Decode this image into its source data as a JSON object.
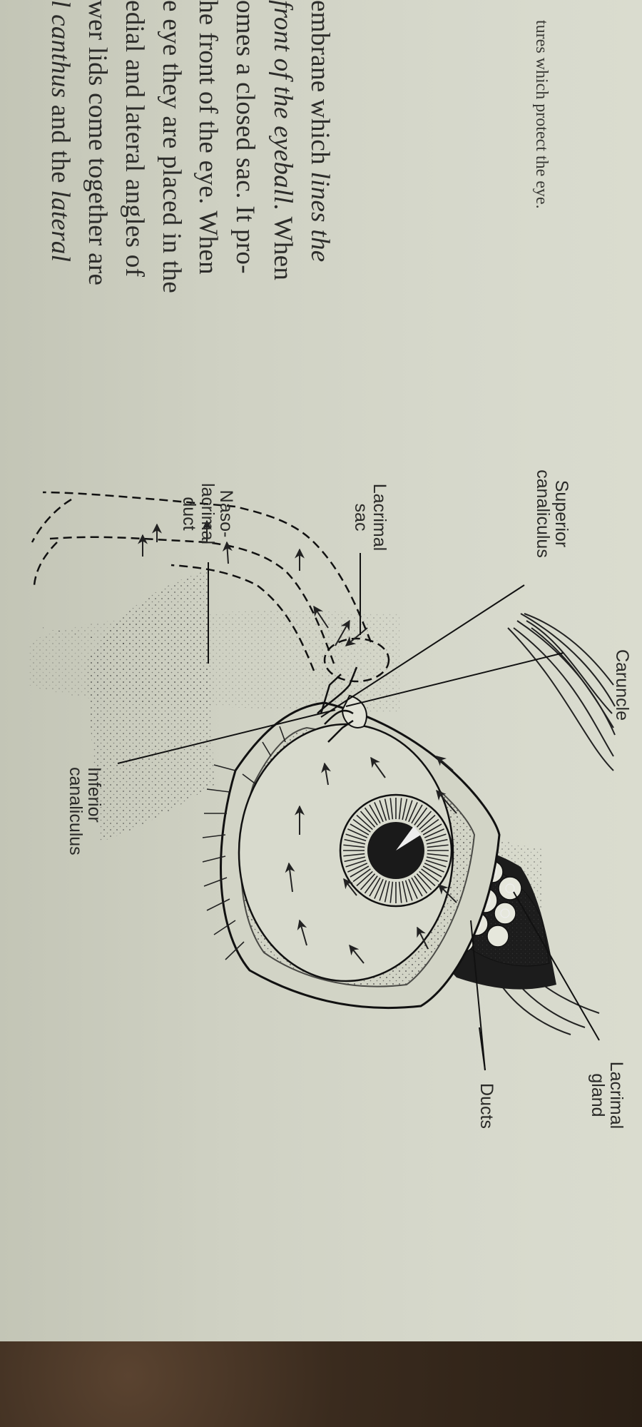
{
  "caption": "tures which protect the eye.",
  "paragraph_lines": [
    {
      "parts": [
        {
          "t": "embrane which ",
          "i": false
        },
        {
          "t": "lines the",
          "i": true
        }
      ]
    },
    {
      "parts": [
        {
          "t": "front of the eyeball",
          "i": true
        },
        {
          "t": ". When",
          "i": false
        }
      ]
    },
    {
      "parts": [
        {
          "t": "omes a closed sac. It pro-",
          "i": false
        }
      ]
    },
    {
      "parts": [
        {
          "t": "he front of the eye. When",
          "i": false
        }
      ]
    },
    {
      "parts": [
        {
          "t": "e eye they are placed in the",
          "i": false
        }
      ]
    },
    {
      "parts": [
        {
          "t": "edial and lateral angles of",
          "i": false
        }
      ]
    },
    {
      "parts": [
        {
          "t": "wer lids come together are",
          "i": false
        }
      ]
    },
    {
      "parts": [
        {
          "t": "l canthus",
          "i": true
        },
        {
          "t": " and the ",
          "i": false
        },
        {
          "t": "lateral",
          "i": true
        }
      ]
    }
  ],
  "labels": {
    "caruncle": "Caruncle",
    "superior_canaliculus": "Superior canaliculus",
    "lacrimal_sac": "Lacrimal sac",
    "nasolacrimal_duct": "Naso- lacrimal duct",
    "inferior_canaliculus": "Inferior canaliculus",
    "lacrimal_gland": "Lacrimal gland",
    "ducts": "Ducts"
  }
}
